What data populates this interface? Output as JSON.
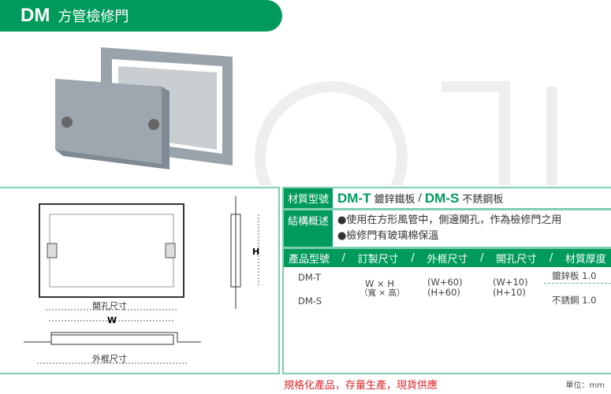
{
  "header": {
    "code": "DM",
    "name": "方管檢修門"
  },
  "diagram": {
    "opening_label": "開孔尺寸",
    "outer_label": "外框尺寸",
    "w": "W",
    "h": "H"
  },
  "material": {
    "label": "材質型號",
    "t_code": "DM-T",
    "t_name": "鍍鋅鐵板",
    "sep": "/",
    "s_code": "DM-S",
    "s_name": "不銹鋼板"
  },
  "structure": {
    "label": "結構概述",
    "lines": [
      "●使用在方形風管中，側邊開孔，作為檢修門之用",
      "●檢修門有玻璃棉保溫"
    ]
  },
  "table": {
    "headers": [
      "產品型號",
      "訂製尺寸",
      "外框尺寸",
      "開孔尺寸",
      "材質厚度"
    ],
    "sep": "/",
    "models": [
      "DM-T",
      "DM-S"
    ],
    "custom": [
      "W × H",
      "（寬 × 高）"
    ],
    "outer": [
      "(W+60)",
      "(H+60)"
    ],
    "opening": [
      "(W+10)",
      "(H+10)"
    ],
    "thickness": [
      "鍍鋅板 1.0",
      "不銹鋼 1.0"
    ]
  },
  "footer": {
    "slogan": "規格化產品，存量生產，現貨供應",
    "unit": "單位：mm"
  }
}
